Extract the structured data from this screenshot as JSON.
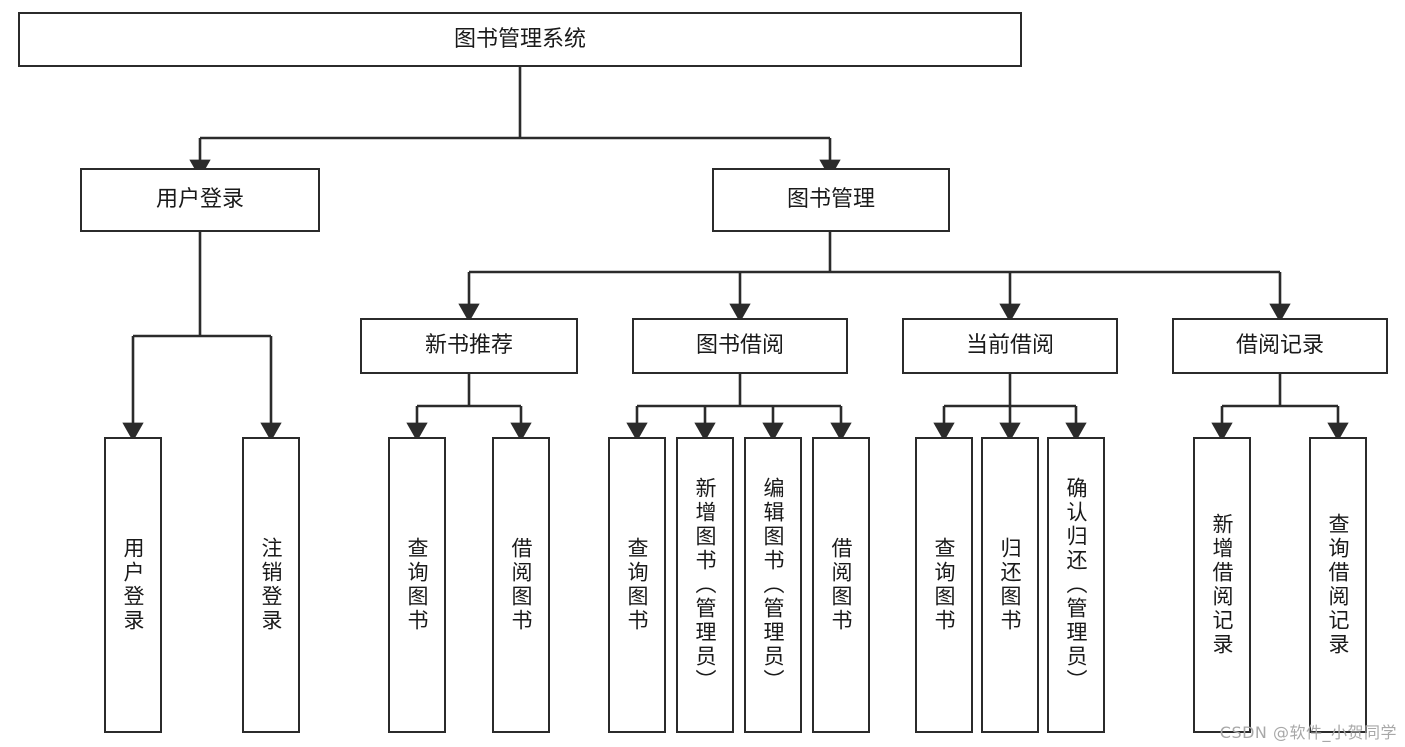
{
  "diagram": {
    "title": "图书管理系统",
    "type": "tree-hierarchy-diagram",
    "watermark": "CSDN @软件_小贺同学",
    "colors": {
      "stroke": "#2b2b2b",
      "fill": "#ffffff",
      "text": "#1a1a1a",
      "watermark": "#a8a8a8"
    },
    "nodes": {
      "root": {
        "label": "图书管理系统"
      },
      "level1": [
        {
          "id": "user-login",
          "label": "用户登录"
        },
        {
          "id": "book-management",
          "label": "图书管理"
        }
      ],
      "level2": [
        {
          "id": "new-book-recommend",
          "label": "新书推荐"
        },
        {
          "id": "book-borrow",
          "label": "图书借阅"
        },
        {
          "id": "current-borrow",
          "label": "当前借阅"
        },
        {
          "id": "borrow-record",
          "label": "借阅记录"
        }
      ],
      "leaves": {
        "user-login": [
          {
            "id": "leaf-user-login",
            "label": "用户登录"
          },
          {
            "id": "leaf-logout-login",
            "label": "注销登录"
          }
        ],
        "new-book-recommend": [
          {
            "id": "leaf-query-book-1",
            "label": "查询图书"
          },
          {
            "id": "leaf-borrow-book-1",
            "label": "借阅图书"
          }
        ],
        "book-borrow": [
          {
            "id": "leaf-query-book-2",
            "label": "查询图书"
          },
          {
            "id": "leaf-add-book",
            "label": "新增图书（管理员）"
          },
          {
            "id": "leaf-edit-book",
            "label": "编辑图书（管理员）"
          },
          {
            "id": "leaf-borrow-book-2",
            "label": "借阅图书"
          }
        ],
        "current-borrow": [
          {
            "id": "leaf-query-book-3",
            "label": "查询图书"
          },
          {
            "id": "leaf-return-book",
            "label": "归还图书"
          },
          {
            "id": "leaf-confirm-return",
            "label": "确认归还（管理员）"
          }
        ],
        "borrow-record": [
          {
            "id": "leaf-add-borrow-record",
            "label": "新增借阅记录"
          },
          {
            "id": "leaf-query-borrow-record",
            "label": "查询借阅记录"
          }
        ]
      }
    }
  }
}
